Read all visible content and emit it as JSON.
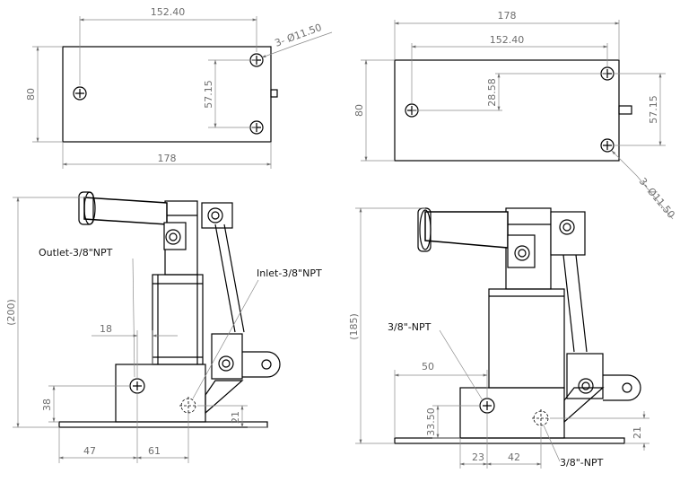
{
  "views": {
    "top_left": {
      "dims": {
        "span": "152.40",
        "holes": "3- Ø11.50",
        "height": "80",
        "pitch": "57.15",
        "width": "178"
      }
    },
    "top_right": {
      "dims": {
        "overall": "178",
        "span": "152.40",
        "offset": "28.58",
        "height": "80",
        "pitch": "57.15",
        "holes": "3- Ø11.50"
      }
    },
    "front_left": {
      "dims": {
        "height": "(200)",
        "offset": "18",
        "base": "38",
        "thick": "21",
        "left": "47",
        "right": "61"
      },
      "labels": {
        "outlet": "Outlet-3/8\"NPT",
        "inlet": "Inlet-3/8\"NPT"
      }
    },
    "front_right": {
      "dims": {
        "height": "(185)",
        "offset": "50",
        "base": "33.50",
        "thick": "21",
        "left": "23",
        "right": "42"
      },
      "labels": {
        "port_top": "3/8\"-NPT",
        "port_bottom": "3/8\"-NPT"
      }
    }
  }
}
